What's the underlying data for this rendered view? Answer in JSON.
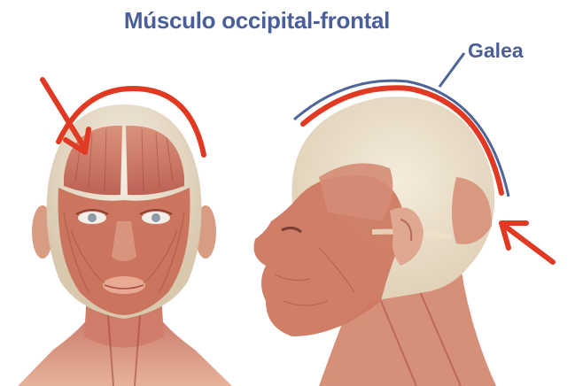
{
  "title": "Músculo occipital-frontal",
  "labels": {
    "galea": "Galea"
  },
  "figures": [
    {
      "name": "front-head-view",
      "view": "front"
    },
    {
      "name": "side-head-view",
      "view": "profile-left"
    }
  ],
  "colors": {
    "title": "#4a5f99",
    "arrow": "#e03a24",
    "galea_arc_red": "#e23a22",
    "galea_arc_blue": "#4f6597",
    "skin": "#e8cdb4",
    "muscle": "#c9705a",
    "galea_tissue": "#efe4d2"
  }
}
